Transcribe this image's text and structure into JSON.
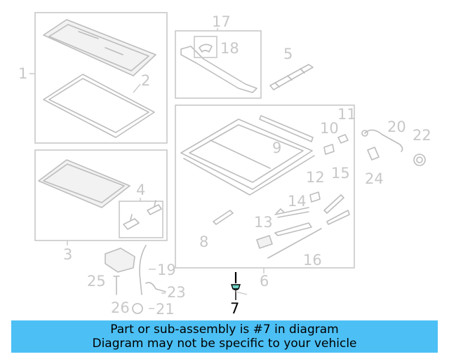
{
  "diagram": {
    "highlighted_part": "7",
    "part_labels": [
      "1",
      "2",
      "3",
      "4",
      "5",
      "6",
      "7",
      "8",
      "9",
      "10",
      "11",
      "12",
      "13",
      "14",
      "15",
      "16",
      "17",
      "18",
      "19",
      "20",
      "21",
      "22",
      "23",
      "24",
      "25",
      "26"
    ]
  },
  "banner": {
    "line1": "Part or sub-assembly is #7 in diagram",
    "line2": "Diagram may not be specific to your vehicle",
    "color": "#4cc0f5"
  }
}
